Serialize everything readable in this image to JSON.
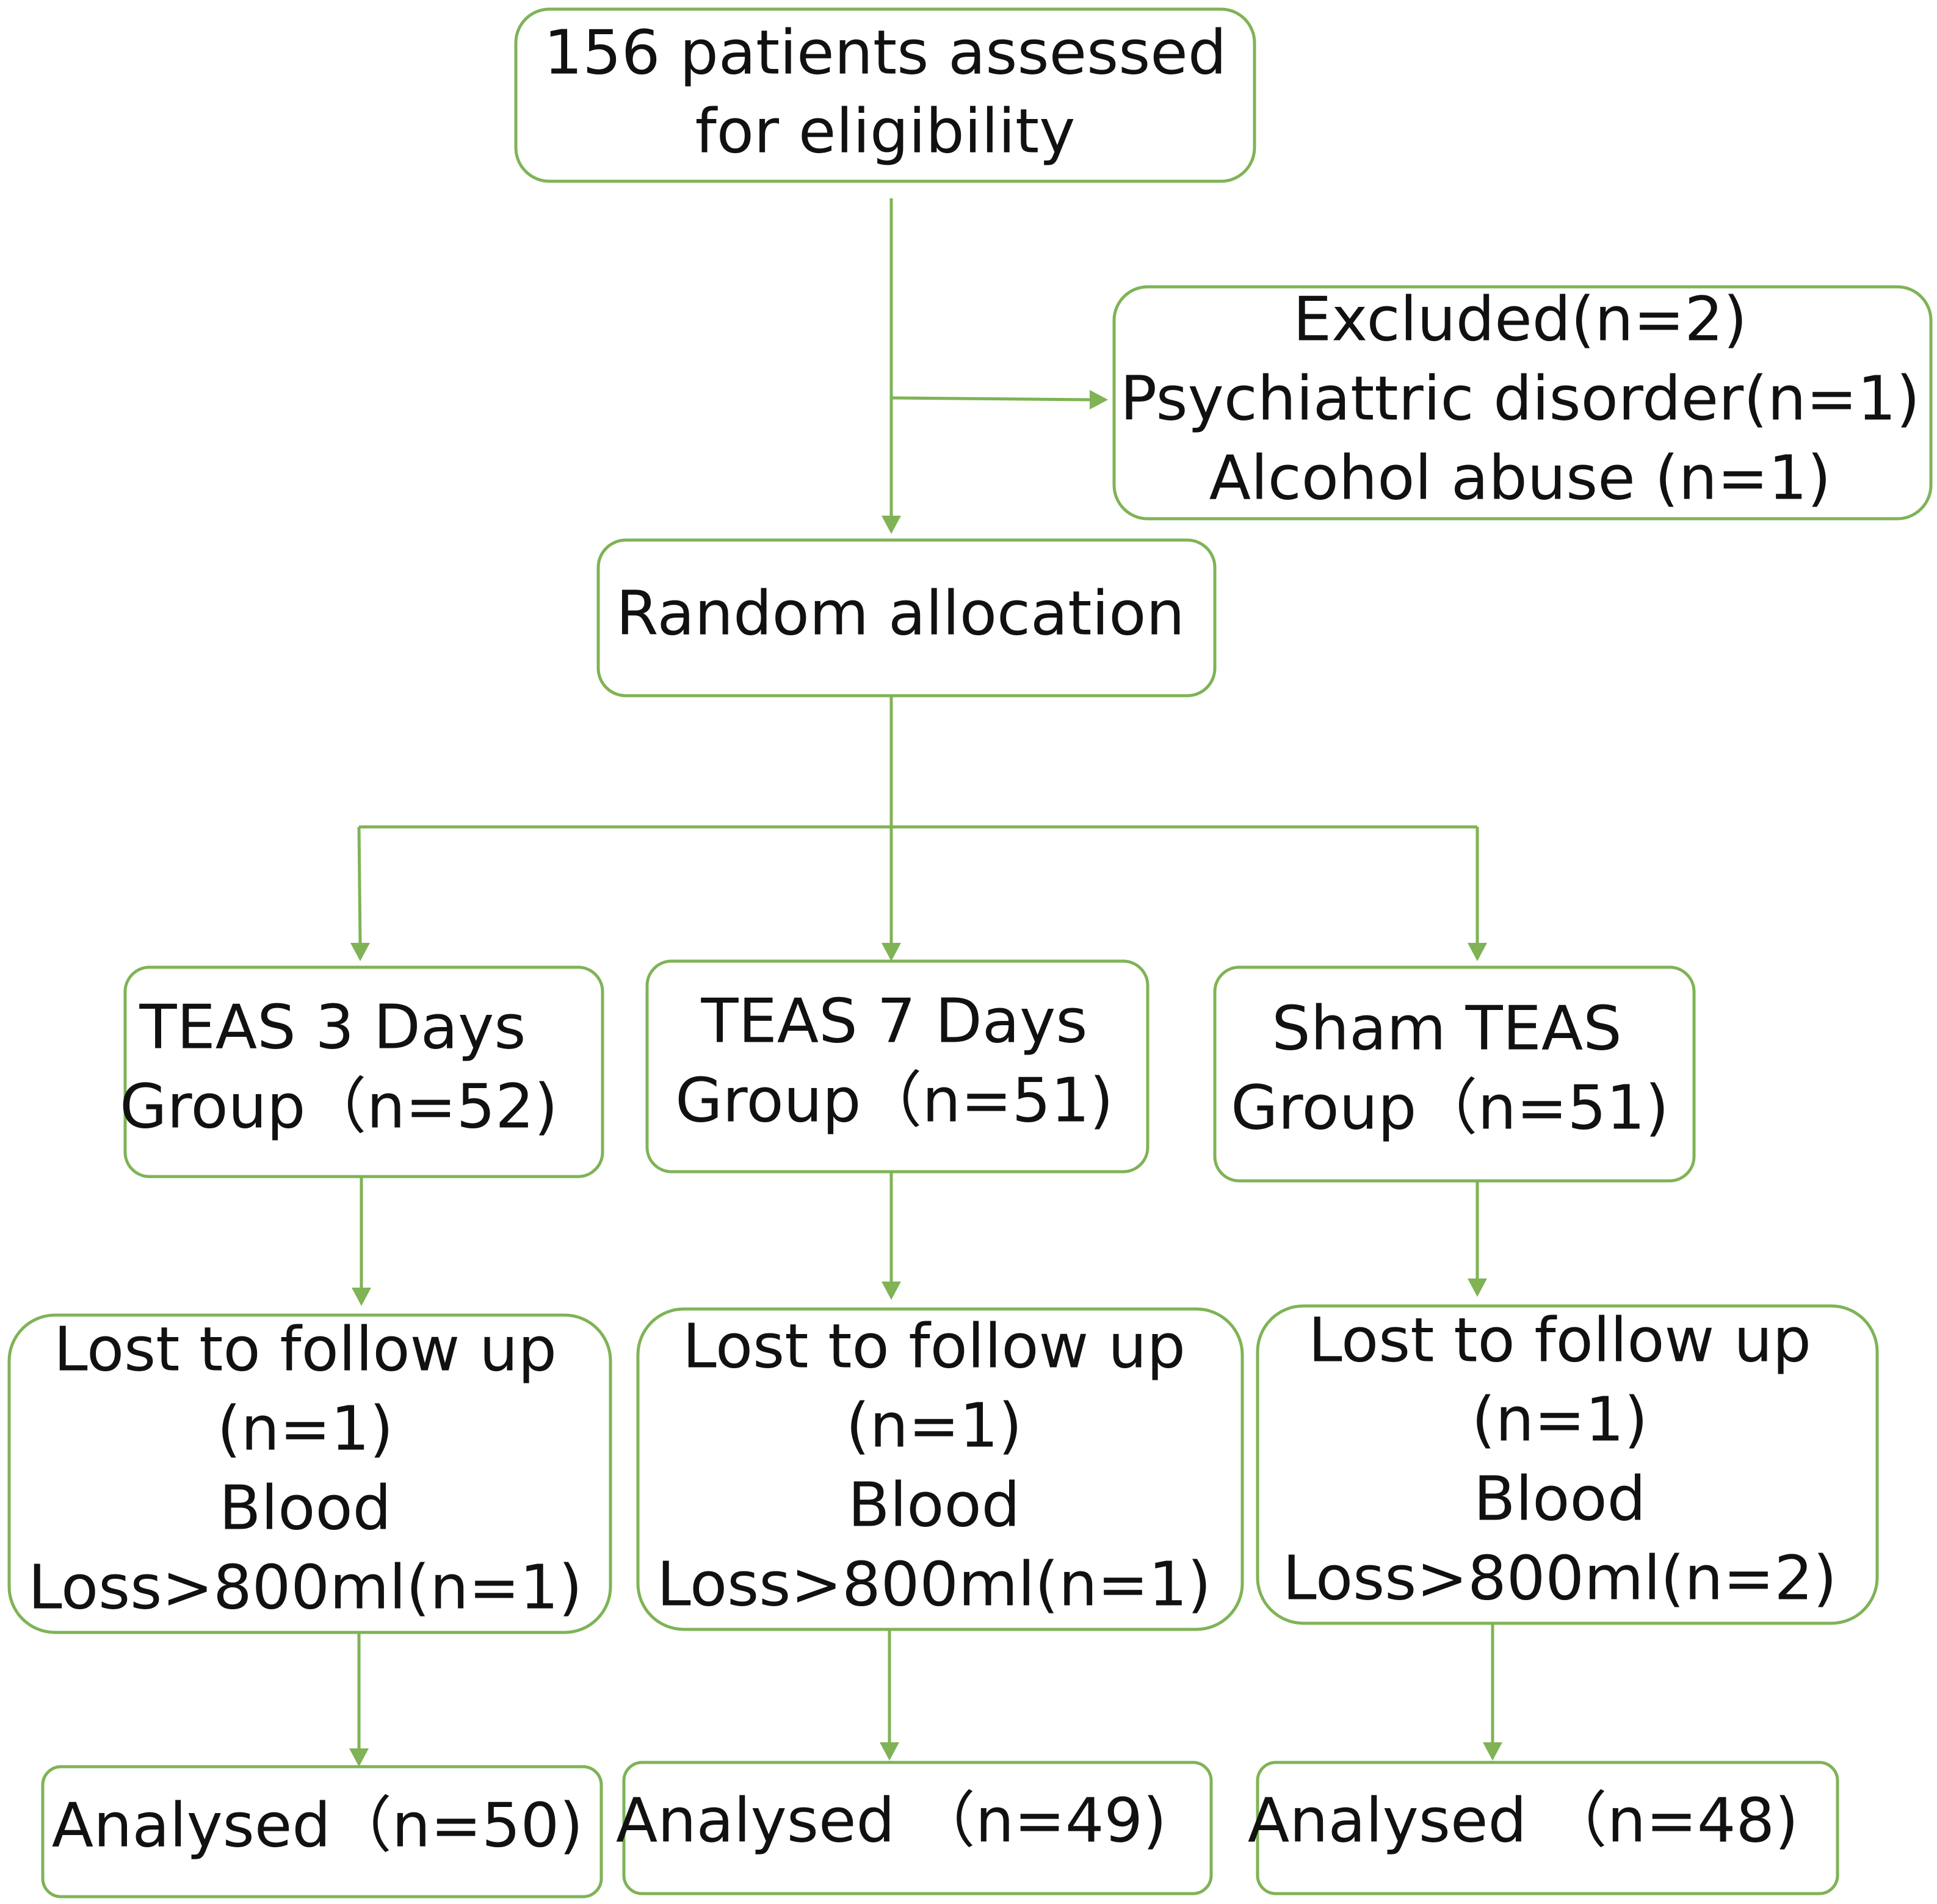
{
  "colors": {
    "box_border": "#7fb356",
    "connector": "#7fb356",
    "text": "#111111",
    "background": "#ffffff"
  },
  "nodes": {
    "assessed": {
      "lines": [
        "156 patients assessed",
        "for eligibility"
      ]
    },
    "excluded": {
      "lines": [
        "Excluded(n=2)",
        "Psychiattric disorder(n=1)",
        "Alcohol abuse (n=1)"
      ]
    },
    "random": {
      "lines": [
        "Random allocation"
      ]
    },
    "group_teas3": {
      "lines": [
        "TEAS 3 Days",
        "Group（n=52)"
      ]
    },
    "group_teas7": {
      "lines": [
        "TEAS 7 Days",
        "Group（n=51)"
      ]
    },
    "group_sham": {
      "lines": [
        "Sham TEAS",
        "Group（n=51)"
      ]
    },
    "lost_teas3": {
      "lines": [
        "Lost to follow up",
        "(n=1)",
        "Blood",
        "Loss>800ml(n=1)"
      ]
    },
    "lost_teas7": {
      "lines": [
        "Lost to follow up",
        "(n=1)",
        "Blood",
        "Loss>800ml(n=1)"
      ]
    },
    "lost_sham": {
      "lines": [
        "Lost to follow up",
        "(n=1)",
        "Blood",
        "Loss>800ml(n=2)"
      ]
    },
    "analysed_teas3": {
      "lines": [
        "Analysed（n=50)"
      ]
    },
    "analysed_teas7": {
      "lines": [
        "Analysed （n=49)"
      ]
    },
    "analysed_sham": {
      "lines": [
        "Analysed （n=48)"
      ]
    }
  }
}
